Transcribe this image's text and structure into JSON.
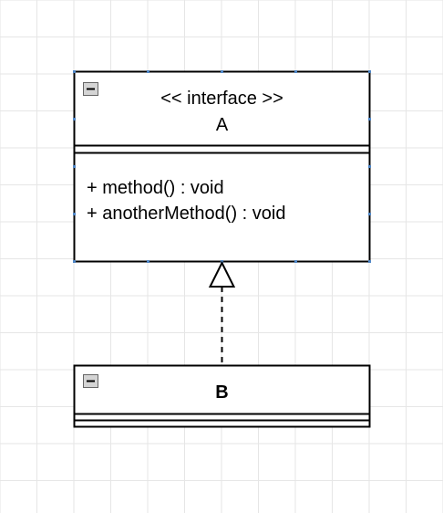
{
  "diagram": {
    "interface_class": {
      "stereotype": "<< interface >>",
      "name": "A",
      "methods": [
        "+ method() : void",
        "+ anotherMethod() : void"
      ]
    },
    "implementing_class": {
      "name": "B"
    },
    "relationship": "realization"
  },
  "colors": {
    "grid": "#e6e6e6",
    "stroke": "#000000",
    "handle": "#4f86c6",
    "collapse_fill": "#d4d4d4"
  },
  "icons": {
    "collapse": "collapse-toggle-icon"
  }
}
